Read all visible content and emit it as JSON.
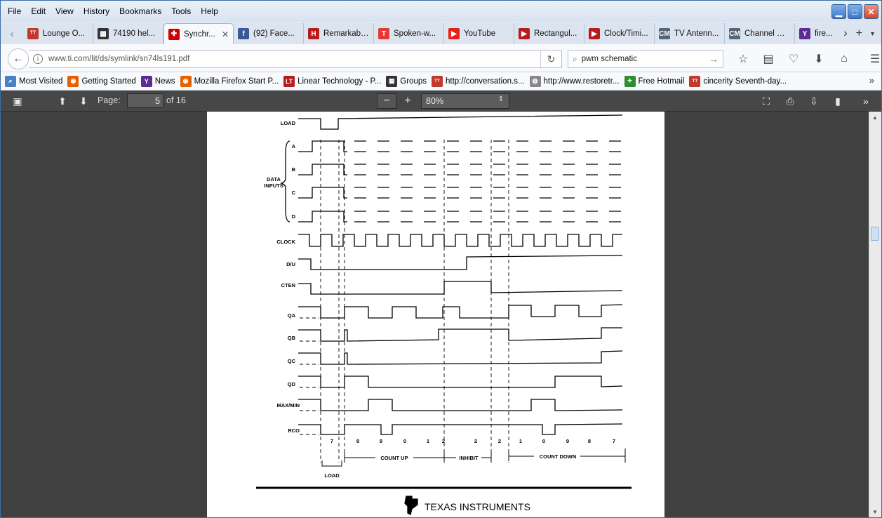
{
  "menu": [
    "File",
    "Edit",
    "View",
    "History",
    "Bookmarks",
    "Tools",
    "Help"
  ],
  "tabs": [
    {
      "label": "Lounge O...",
      "icon": "tt-icon",
      "color": "#c0392b",
      "glyph": "ᵀᵀ"
    },
    {
      "label": "74190 hel...",
      "icon": "circuit-icon",
      "color": "#333333",
      "glyph": "▦"
    },
    {
      "label": "Synchr...",
      "icon": "ti-icon",
      "color": "#cc0000",
      "glyph": "✚",
      "active": true
    },
    {
      "label": "(92) Face...",
      "icon": "facebook-icon",
      "color": "#3b5998",
      "glyph": "f"
    },
    {
      "label": "Remarkabl...",
      "icon": "h-icon",
      "color": "#b71c1c",
      "glyph": "H"
    },
    {
      "label": "Spoken-w...",
      "icon": "t-icon",
      "color": "#e53935",
      "glyph": "T"
    },
    {
      "label": "YouTube",
      "icon": "youtube-icon",
      "color": "#e62117",
      "glyph": "▶"
    },
    {
      "label": "Rectangul...",
      "icon": "play-box-icon",
      "color": "#b71c1c",
      "glyph": "▶"
    },
    {
      "label": "Clock/Timi...",
      "icon": "play-box-icon",
      "color": "#b71c1c",
      "glyph": "▶"
    },
    {
      "label": "TV Antenn...",
      "icon": "cm-icon",
      "color": "#556677",
      "glyph": "CM"
    },
    {
      "label": "Channel M...",
      "icon": "cm-icon",
      "color": "#556677",
      "glyph": "CM"
    },
    {
      "label": "fire...",
      "icon": "yahoo-icon",
      "color": "#5c2d91",
      "glyph": "Y"
    }
  ],
  "nav": {
    "url": "www.ti.com/lit/ds/symlink/sn74ls191.pdf",
    "search_value": "pwm schematic"
  },
  "bookmarks": [
    {
      "label": "Most Visited",
      "color": "#4a7fc1",
      "glyph": "⌕"
    },
    {
      "label": "Getting Started",
      "color": "#e66000",
      "glyph": "◉"
    },
    {
      "label": "News",
      "color": "#5c2d91",
      "glyph": "Y"
    },
    {
      "label": "Mozilla Firefox Start P...",
      "color": "#e66000",
      "glyph": "◉"
    },
    {
      "label": "Linear Technology - P...",
      "color": "#b71c1c",
      "glyph": "LT"
    },
    {
      "label": "Groups",
      "color": "#333333",
      "glyph": "▦"
    },
    {
      "label": "http://conversation.s...",
      "color": "#c0392b",
      "glyph": "ᵀᵀ"
    },
    {
      "label": "http://www.restoretr...",
      "color": "#888888",
      "glyph": "◍"
    },
    {
      "label": "Free Hotmail",
      "color": "#2d8f2d",
      "glyph": "✦"
    },
    {
      "label": "cincerity Seventh-day...",
      "color": "#c0392b",
      "glyph": "ᵀᵀ"
    }
  ],
  "pdf": {
    "page_label": "Page:",
    "page_number": "5",
    "page_count": "of 16",
    "zoom": "80%"
  },
  "diagram": {
    "signals": {
      "load": "LOAD",
      "a": "A",
      "b": "B",
      "c": "C",
      "d": "D",
      "data_inputs_1": "DATA",
      "data_inputs_2": "INPUTS",
      "clock": "CLOCK",
      "du": "D/U",
      "cten": "CTEN",
      "qa": "QA",
      "qb": "QB",
      "qc": "QC",
      "qd": "QD",
      "maxmin": "MAX/MIN",
      "rco": "RCO"
    },
    "counts": [
      "7",
      "8",
      "9",
      "0",
      "1",
      "2",
      "2",
      "2",
      "1",
      "0",
      "9",
      "8",
      "7"
    ],
    "sequences": {
      "count_up": "COUNT UP",
      "inhibit": "INHIBIT",
      "count_down": "COUNT DOWN",
      "load": "LOAD"
    },
    "logo": "TEXAS INSTRUMENTS"
  }
}
